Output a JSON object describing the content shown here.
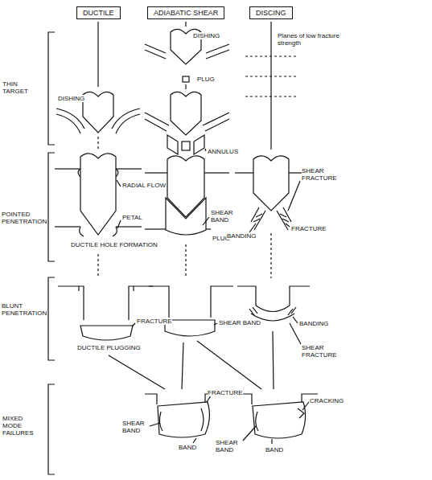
{
  "diagram": {
    "nodes": [
      {
        "text": [
          "DUCTILE"
        ]
      },
      {
        "text": [
          "ADIABATIC SHEAR"
        ]
      },
      {
        "text": [
          "DISCING"
        ]
      }
    ],
    "labels": [
      "THIN TARGET",
      "POINTED PENETRATION",
      "BLUNT PENETRATION",
      "MIXED MODE FAILURES",
      "DISHING",
      "PLUG",
      "DISHING",
      "ANNULUS",
      "Planes of low fracture strength",
      "RADIAL FLOW",
      "PETAL",
      "DUCTILE HOLE FORMATION",
      "SHEAR BAND",
      "PLUG",
      "SHEAR FRACTURE",
      "BANDING",
      "FRACTURE",
      "FRACTURE",
      "DUCTILE PLUGGING",
      "SHEAR BAND",
      "SHEAR FRACTURE",
      "BANDING",
      "FRACTURE",
      "SHEAR BAND",
      "BAND",
      "CRACKING",
      "SHEAR BAND",
      "BAND"
    ]
  }
}
